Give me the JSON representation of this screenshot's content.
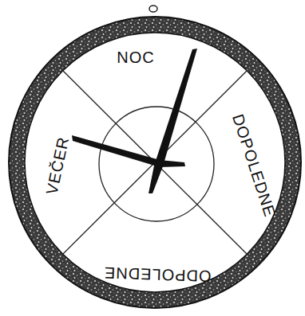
{
  "diagram": {
    "labels": [
      "NOC",
      "DOPOLEDNE",
      "ODPOLEDNE",
      "VEČER"
    ]
  }
}
